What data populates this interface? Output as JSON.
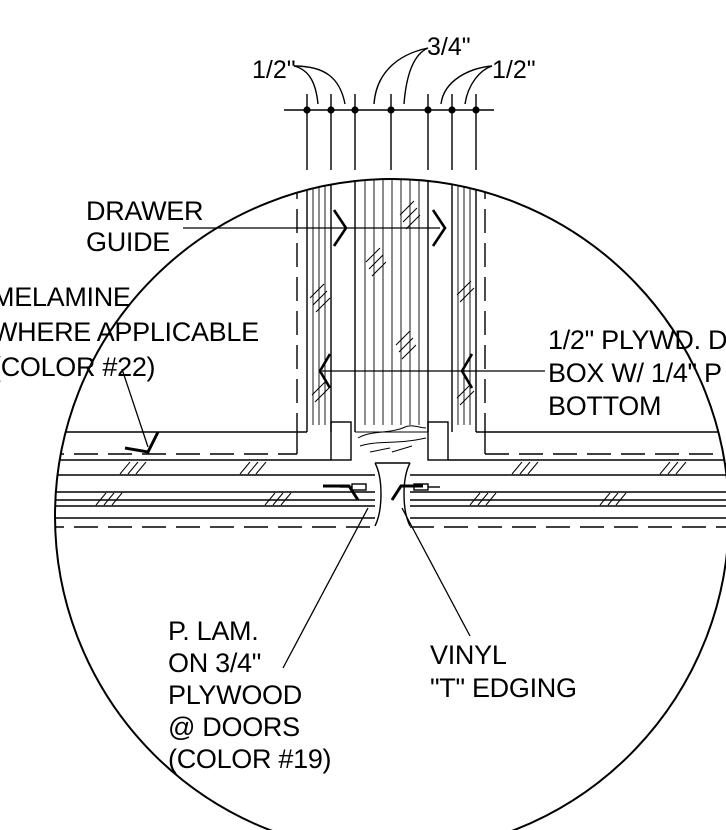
{
  "dimensions": {
    "left_half_inch": "1/2\"",
    "three_quarter_inch": "3/4\"",
    "right_half_inch": "1/2\""
  },
  "labels": {
    "drawer_guide": [
      "DRAWER",
      "GUIDE"
    ],
    "melamine": [
      "MELAMINE",
      "WHERE APPLICABLE",
      "(COLOR #22)"
    ],
    "plywood_box": [
      "1/2\" PLYWD. D",
      "BOX W/ 1/4\" P",
      "BOTTOM"
    ],
    "p_lam": [
      "P. LAM.",
      "ON 3/4\"",
      "PLYWOOD",
      "@ DOORS",
      "(COLOR #19)"
    ],
    "vinyl": [
      "VINYL",
      "\"T\" EDGING"
    ]
  },
  "colors": {
    "ink": "#000000",
    "background": "#ffffff"
  }
}
